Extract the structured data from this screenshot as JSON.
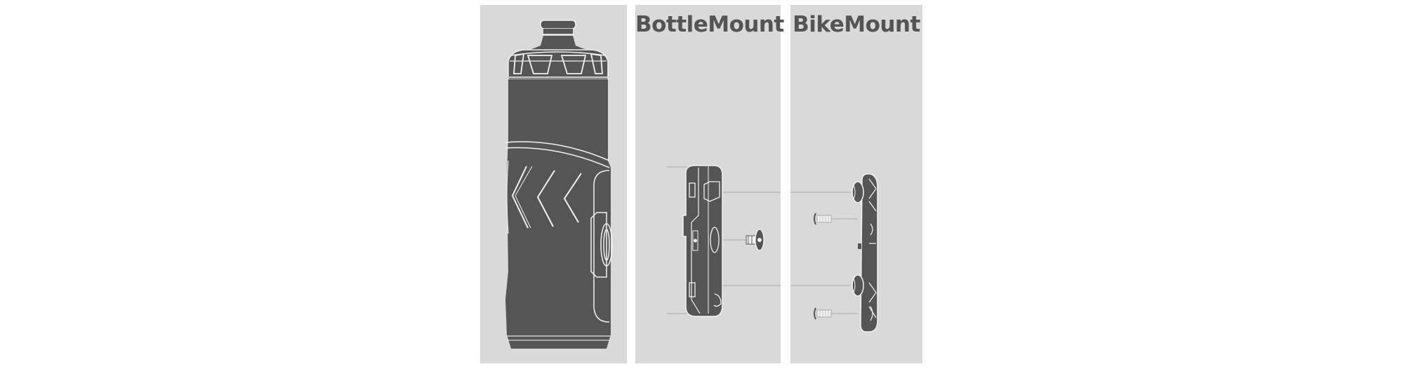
{
  "panels": [
    {
      "id": "bottle",
      "title": "",
      "subject": "Water bottle with integrated mount"
    },
    {
      "id": "bottlemount",
      "title": "BottleMount"
    },
    {
      "id": "bikemount",
      "title": "BikeMount"
    }
  ],
  "colors": {
    "panel_background": "#d9d9d9",
    "product_fill": "#555555",
    "outline": "#f2f2f2",
    "leader_line": "#b5b5b5",
    "title_text": "#545454"
  }
}
